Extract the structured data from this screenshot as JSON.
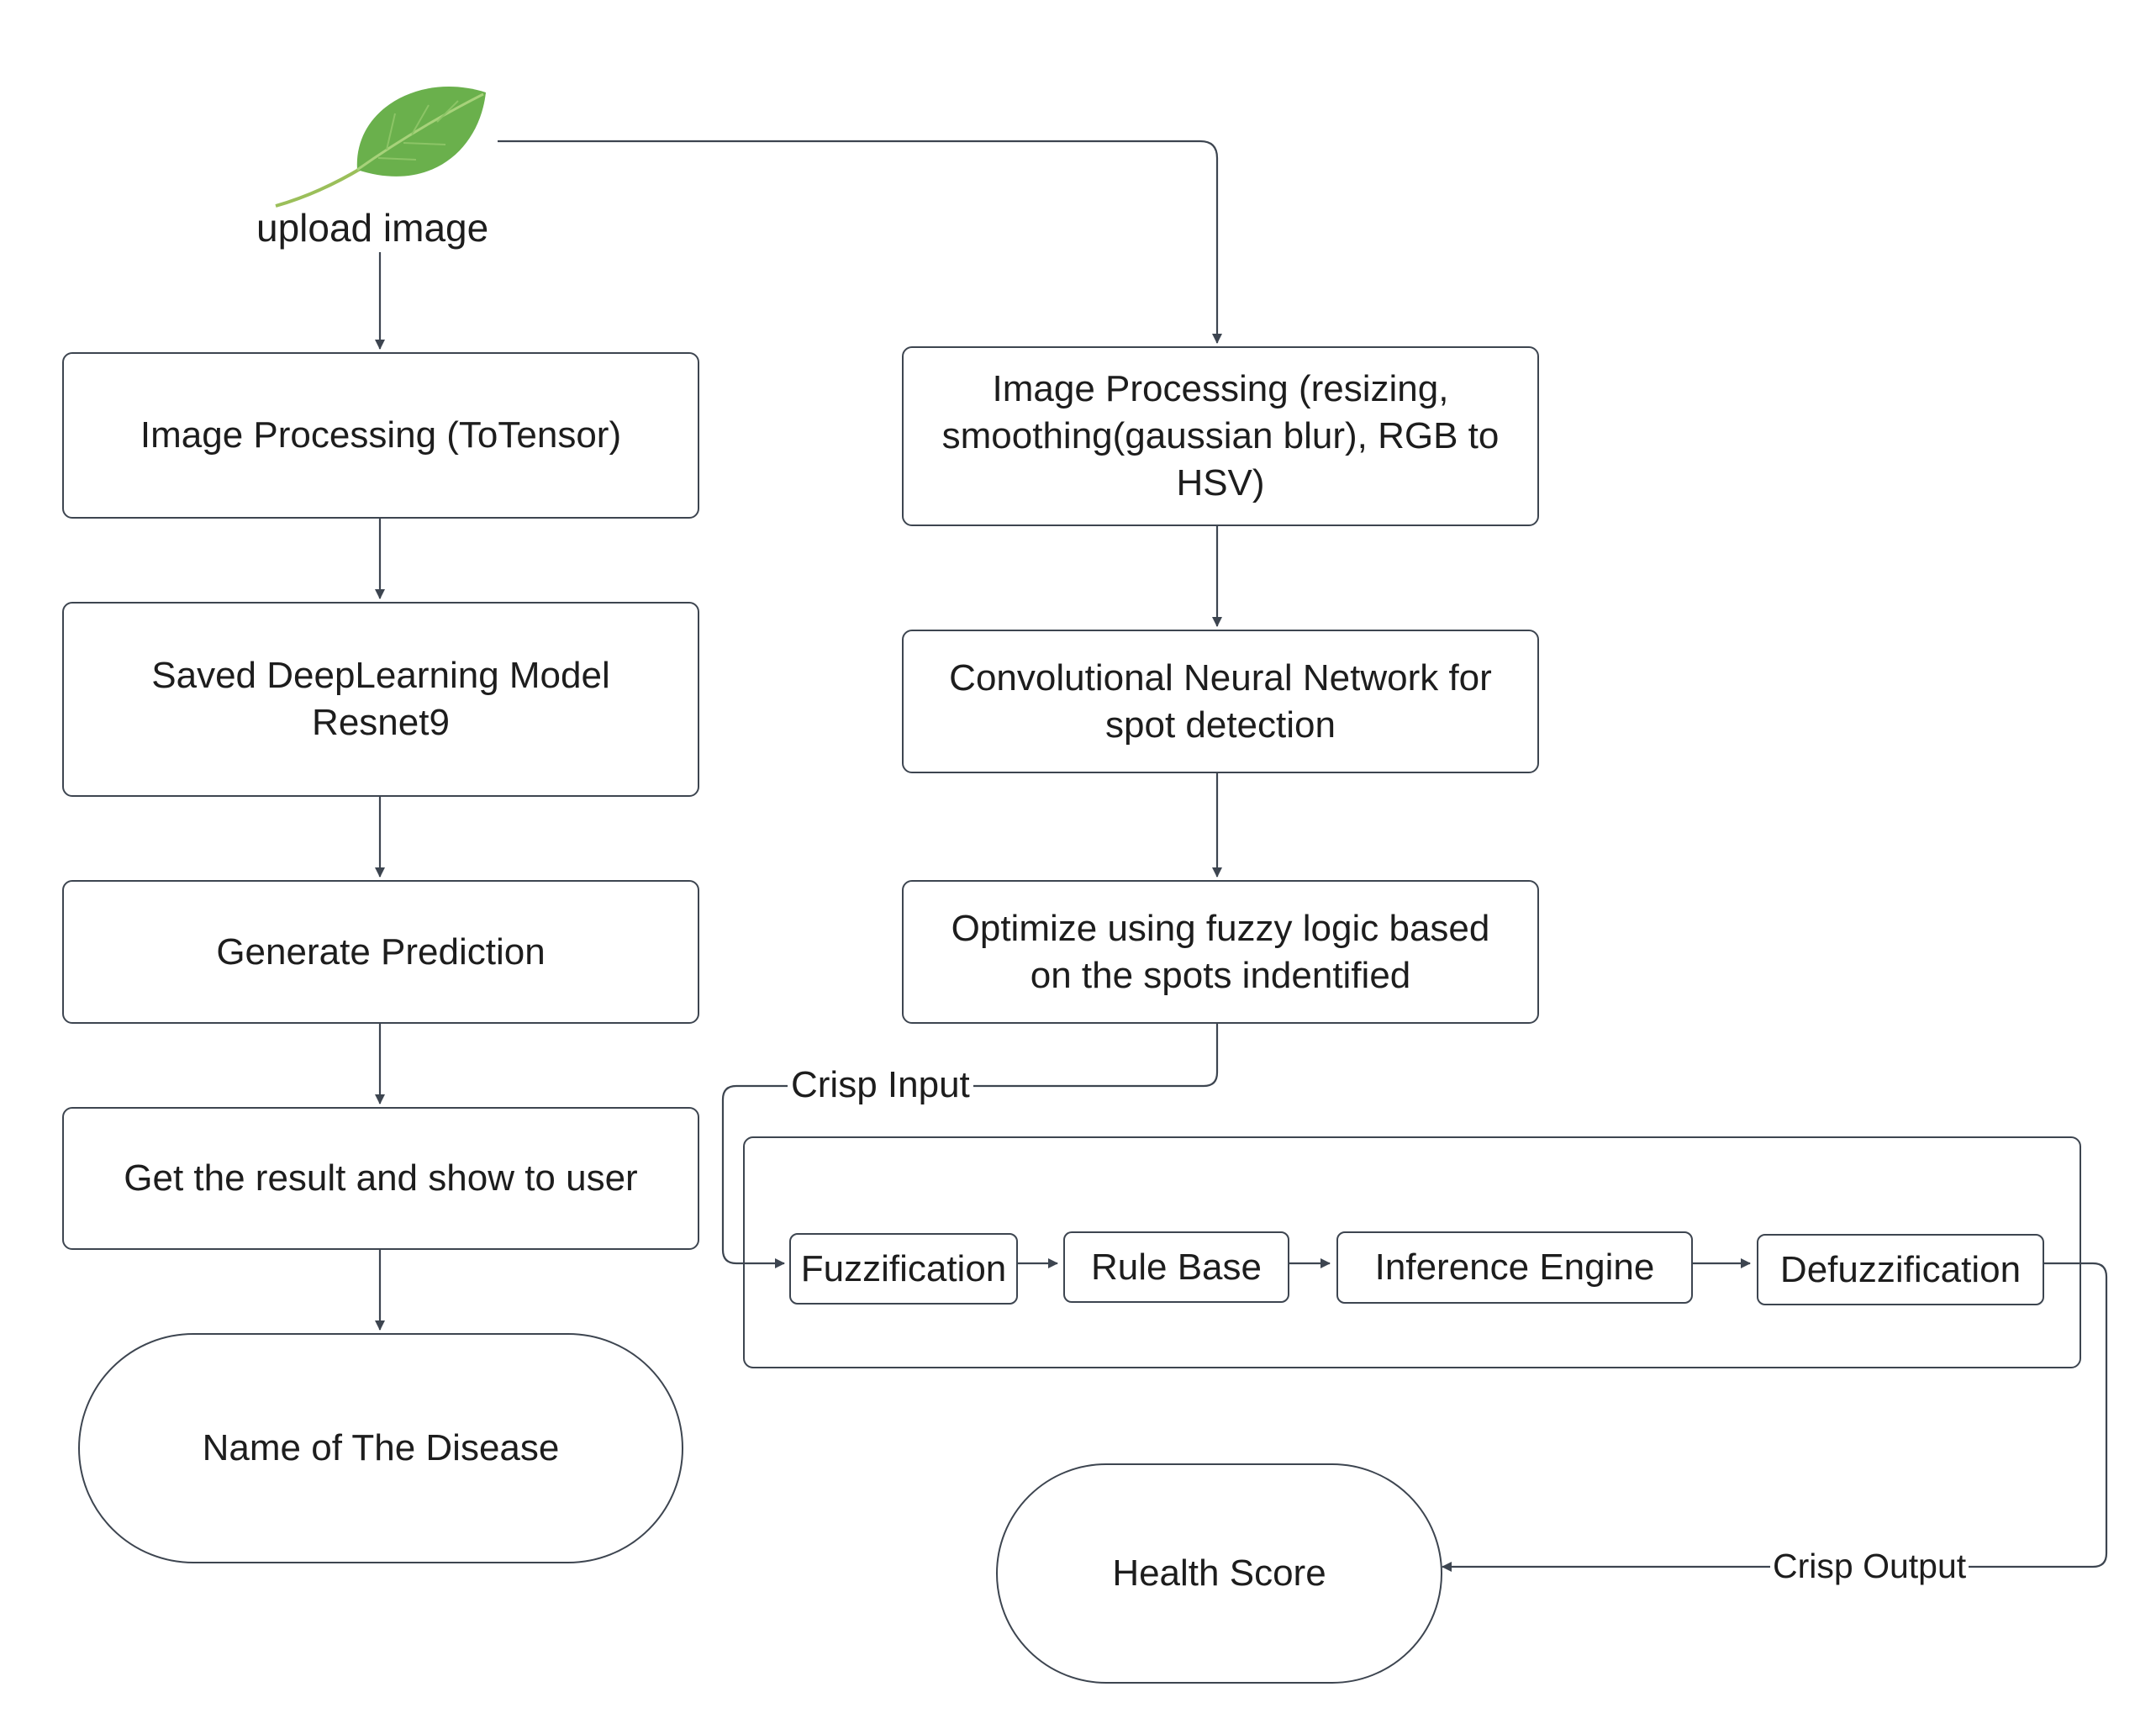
{
  "start": {
    "label": "upload image",
    "icon": "leaf-icon"
  },
  "left_flow": {
    "preprocess": "Image Processing (ToTensor)",
    "model": [
      "Saved DeepLearning Model",
      "Resnet9"
    ],
    "predict": "Generate Prediction",
    "result": "Get the result and show to user",
    "terminal": "Name of The Disease"
  },
  "right_flow": {
    "preprocess": [
      "Image Processing (resizing,",
      "smoothing(gaussian blur), RGB to",
      "HSV)"
    ],
    "cnn": [
      "Convolutional Neural Network for",
      "spot detection"
    ],
    "optimize": [
      "Optimize using fuzzy logic based",
      "on the spots indentified"
    ],
    "crisp_input": "Crisp Input",
    "fuzzy_system": [
      "Fuzzification",
      "Rule Base",
      "Inference Engine",
      "Defuzzification"
    ],
    "crisp_output": "Crisp Output",
    "terminal": "Health Score"
  },
  "colors": {
    "line": "#3d4550",
    "leaf": "#6ab04c",
    "leaf_dark": "#3f7f2a"
  }
}
